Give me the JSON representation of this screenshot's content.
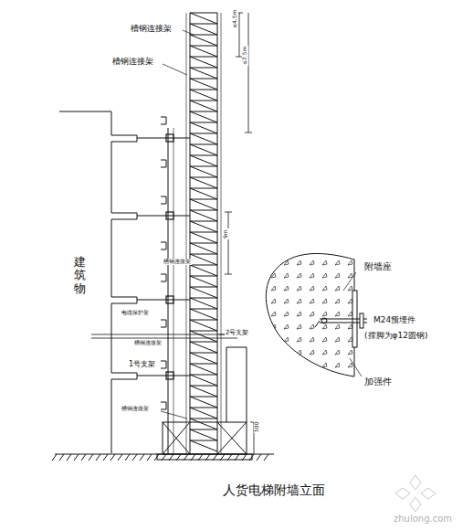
{
  "diagram": {
    "caption": "人货电梯附墙立面",
    "labels": [
      "槽钢连接架",
      "槽钢连接架",
      "建筑物",
      "槽钢连接架",
      "电缆保护架",
      "2号支架",
      "槽钢连接架",
      "1号支架",
      "槽钢连接架",
      "≤4.5m",
      "≤7.5m",
      "9m",
      "500",
      "附墙座",
      "M24预埋件",
      "(撑脚为φ12圆钢)",
      "加强件",
      "zhulong.com"
    ]
  }
}
